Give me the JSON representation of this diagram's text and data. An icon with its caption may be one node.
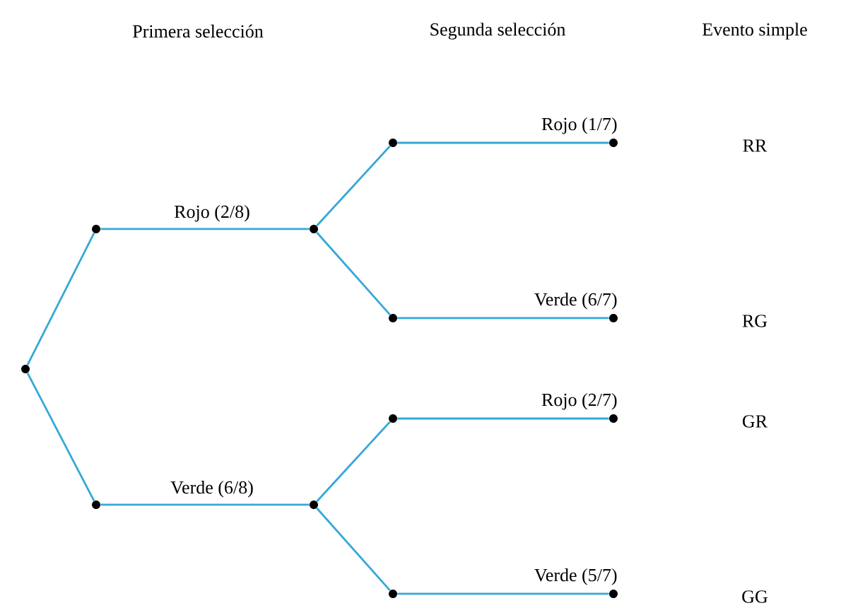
{
  "diagram": {
    "nodes": [
      {
        "text": [],
        "shape": "circle"
      },
      {
        "text": [],
        "shape": "circle"
      },
      {
        "text": [],
        "shape": "circle"
      },
      {
        "text": [],
        "shape": "circle"
      },
      {
        "text": [],
        "shape": "circle"
      },
      {
        "text": [],
        "shape": "circle"
      },
      {
        "text": [],
        "shape": "circle"
      },
      {
        "text": [],
        "shape": "circle"
      },
      {
        "text": [],
        "shape": "circle"
      },
      {
        "text": [],
        "shape": "circle"
      },
      {
        "text": [],
        "shape": "circle"
      },
      {
        "text": [],
        "shape": "circle"
      },
      {
        "text": [],
        "shape": "circle"
      }
    ],
    "edges": [
      {
        "from": 0,
        "to": 1,
        "arrow": "none"
      },
      {
        "from": 0,
        "to": 2,
        "arrow": "none"
      },
      {
        "from": 1,
        "to": 3,
        "arrow": "none",
        "label": "Rojo (2/8)"
      },
      {
        "from": 2,
        "to": 4,
        "arrow": "none",
        "label": "Verde (6/8)"
      },
      {
        "from": 3,
        "to": 5,
        "arrow": "none"
      },
      {
        "from": 3,
        "to": 6,
        "arrow": "none"
      },
      {
        "from": 4,
        "to": 7,
        "arrow": "none"
      },
      {
        "from": 4,
        "to": 8,
        "arrow": "none"
      },
      {
        "from": 5,
        "to": 9,
        "arrow": "none",
        "label": "Rojo (1/7)"
      },
      {
        "from": 6,
        "to": 10,
        "arrow": "none",
        "label": "Verde (6/7)"
      },
      {
        "from": 7,
        "to": 11,
        "arrow": "none",
        "label": "Rojo (2/7)"
      },
      {
        "from": 8,
        "to": 12,
        "arrow": "none",
        "label": "Verde (5/7)"
      }
    ],
    "labels": [
      "Primera selección",
      "Segunda selección",
      "Evento simple",
      "RR",
      "RG",
      "GR",
      "GG"
    ]
  }
}
